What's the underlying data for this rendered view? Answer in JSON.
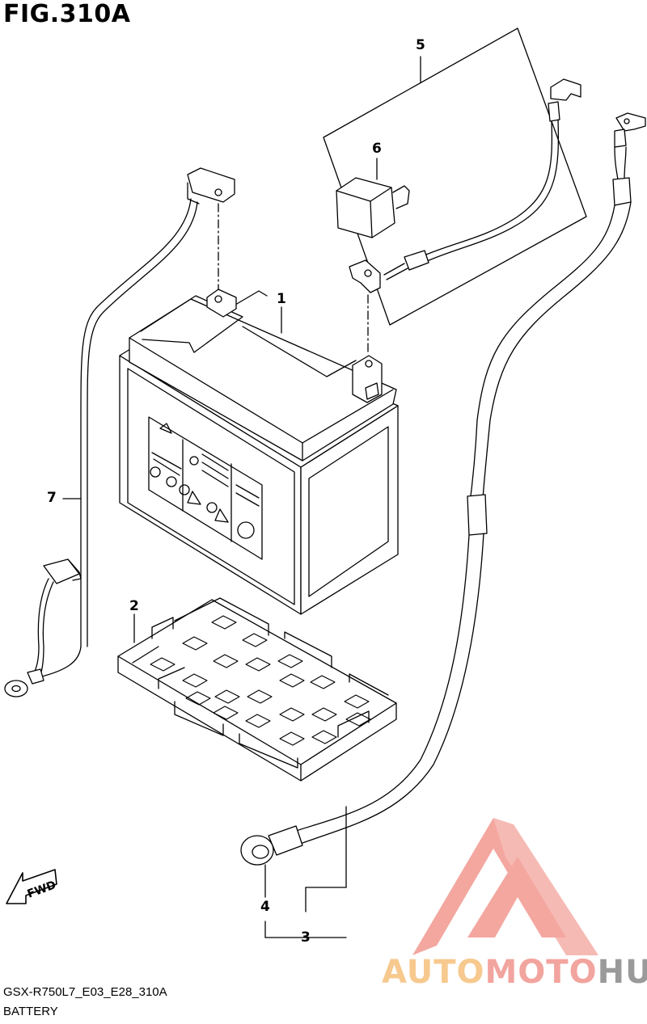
{
  "figure": {
    "title": "FIG.310A",
    "model_code": "GSX-R750L7_E03_E28_310A",
    "section_name": "BATTERY"
  },
  "callouts": {
    "c1": "1",
    "c2": "2",
    "c3": "3",
    "c4": "4",
    "c5": "5",
    "c6": "6",
    "c7": "7"
  },
  "direction_label": "FWD",
  "watermark": {
    "part1": "AUTO",
    "part2": "MOTO",
    "part3": "HUB",
    "color_auto": "#f7c98e",
    "color_moto": "#f2a49e",
    "color_hub": "#9a9a9a",
    "triangle_color": "#f08a80"
  }
}
